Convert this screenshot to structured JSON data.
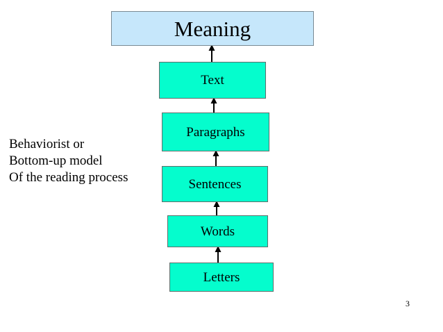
{
  "slide": {
    "page_number": "3",
    "background_color": "#ffffff"
  },
  "caption": {
    "lines": [
      "Behaviorist or",
      "Bottom-up model",
      "Of the reading process"
    ]
  },
  "diagram": {
    "type": "flow-stack-bottom-up",
    "arrow_color": "#000000",
    "nodes": [
      {
        "id": "meaning",
        "label": "Meaning",
        "fill": "#c6e7fb",
        "border": "#7a8a93",
        "level": 6
      },
      {
        "id": "text",
        "label": "Text",
        "fill": "#05fdcd",
        "border": "#5f6d6a",
        "level": 5
      },
      {
        "id": "paragraphs",
        "label": "Paragraphs",
        "fill": "#05fdcd",
        "border": "#5f6d6a",
        "level": 4
      },
      {
        "id": "sentences",
        "label": "Sentences",
        "fill": "#05fdcd",
        "border": "#5f6d6a",
        "level": 3
      },
      {
        "id": "words",
        "label": "Words",
        "fill": "#05fdcd",
        "border": "#5f6d6a",
        "level": 2
      },
      {
        "id": "letters",
        "label": "Letters",
        "fill": "#05fdcd",
        "border": "#5f6d6a",
        "level": 1
      }
    ],
    "edges": [
      {
        "from": "text",
        "to": "meaning",
        "direction": "up"
      },
      {
        "from": "paragraphs",
        "to": "text",
        "direction": "up"
      },
      {
        "from": "sentences",
        "to": "paragraphs",
        "direction": "up"
      },
      {
        "from": "words",
        "to": "sentences",
        "direction": "up"
      },
      {
        "from": "letters",
        "to": "words",
        "direction": "up"
      }
    ]
  }
}
